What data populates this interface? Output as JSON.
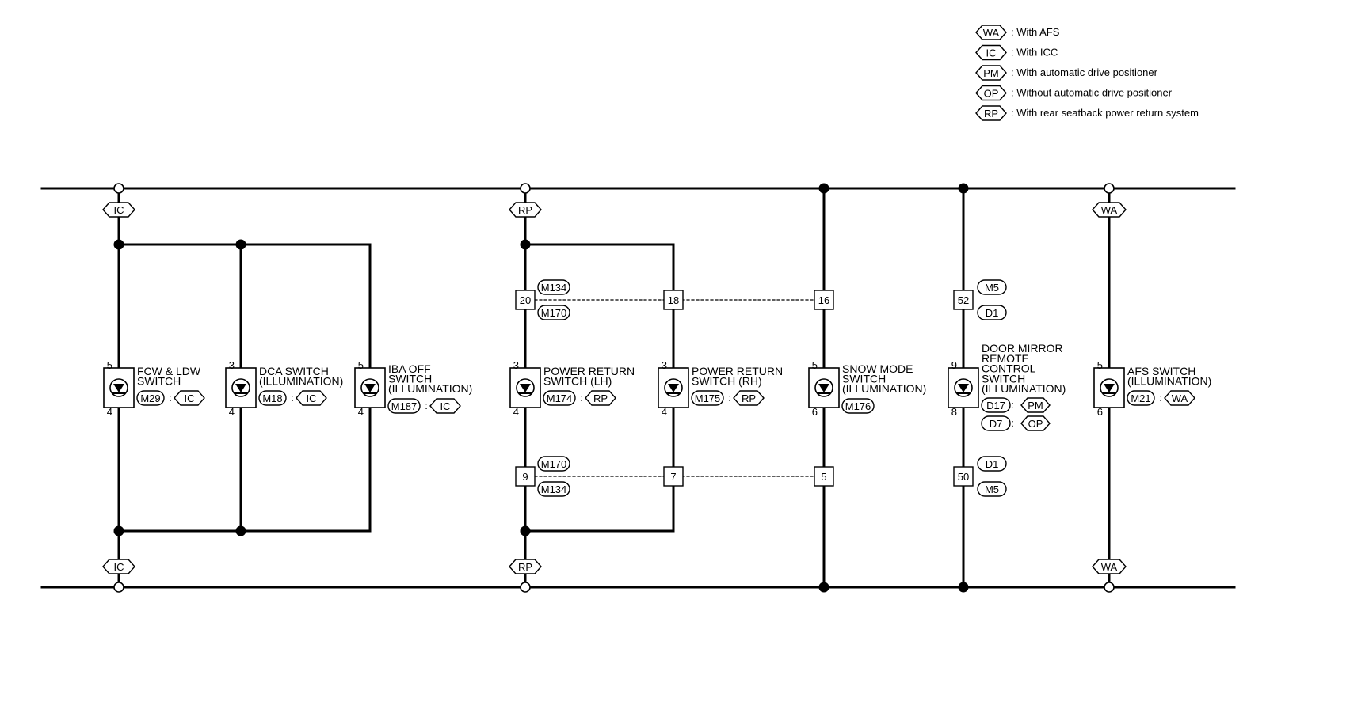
{
  "legend": [
    {
      "code": "WA",
      "text": ": With AFS"
    },
    {
      "code": "IC",
      "text": ": With ICC"
    },
    {
      "code": "PM",
      "text": ": With automatic drive positioner"
    },
    {
      "code": "OP",
      "text": ": Without automatic drive positioner"
    },
    {
      "code": "RP",
      "text": ": With rear seatback power return system"
    }
  ],
  "branch_codes": {
    "ic": "IC",
    "rp": "RP",
    "wa": "WA"
  },
  "switches": [
    {
      "key": "fcw",
      "name": [
        "FCW & LDW",
        "SWITCH"
      ],
      "top_pin": "5",
      "bottom_pin": "4",
      "connectors": [
        "M29"
      ],
      "option": "IC"
    },
    {
      "key": "dca",
      "name": [
        "DCA SWITCH",
        "(ILLUMINATION)"
      ],
      "top_pin": "3",
      "bottom_pin": "4",
      "connectors": [
        "M18"
      ],
      "option": "IC"
    },
    {
      "key": "iba",
      "name": [
        "IBA OFF",
        "SWITCH",
        "(ILLUMINATION)"
      ],
      "top_pin": "5",
      "bottom_pin": "4",
      "connectors": [
        "M187"
      ],
      "option": "IC"
    },
    {
      "key": "prlh",
      "name": [
        "POWER RETURN",
        "SWITCH (LH)"
      ],
      "top_pin": "3",
      "bottom_pin": "4",
      "connectors": [
        "M174"
      ],
      "option": "RP"
    },
    {
      "key": "prrh",
      "name": [
        "POWER RETURN",
        "SWITCH (RH)"
      ],
      "top_pin": "3",
      "bottom_pin": "4",
      "connectors": [
        "M175"
      ],
      "option": "RP"
    },
    {
      "key": "snow",
      "name": [
        "SNOW MODE",
        "SWITCH",
        "(ILLUMINATION)"
      ],
      "top_pin": "5",
      "bottom_pin": "6",
      "connectors": [
        "M176"
      ],
      "option": ""
    },
    {
      "key": "mirror",
      "name": [
        "DOOR MIRROR",
        "REMOTE",
        "CONTROL",
        "SWITCH",
        "(ILLUMINATION)"
      ],
      "top_pin": "9",
      "bottom_pin": "8",
      "connectors": [
        "D17",
        "D7"
      ],
      "options": [
        "PM",
        "OP"
      ]
    },
    {
      "key": "afs",
      "name": [
        "AFS SWITCH",
        "(ILLUMINATION)"
      ],
      "top_pin": "5",
      "bottom_pin": "6",
      "connectors": [
        "M21"
      ],
      "option": "WA"
    }
  ],
  "junctions": {
    "upper": {
      "pins": [
        "20",
        "18",
        "16"
      ],
      "connectors": [
        "M134",
        "M170"
      ]
    },
    "lower": {
      "pins": [
        "9",
        "7",
        "5"
      ],
      "connectors": [
        "M170",
        "M134"
      ]
    },
    "mirror_upper": {
      "pin": "52",
      "connectors": [
        "M5",
        "D1"
      ]
    },
    "mirror_lower": {
      "pin": "50",
      "connectors": [
        "D1",
        "M5"
      ]
    }
  }
}
